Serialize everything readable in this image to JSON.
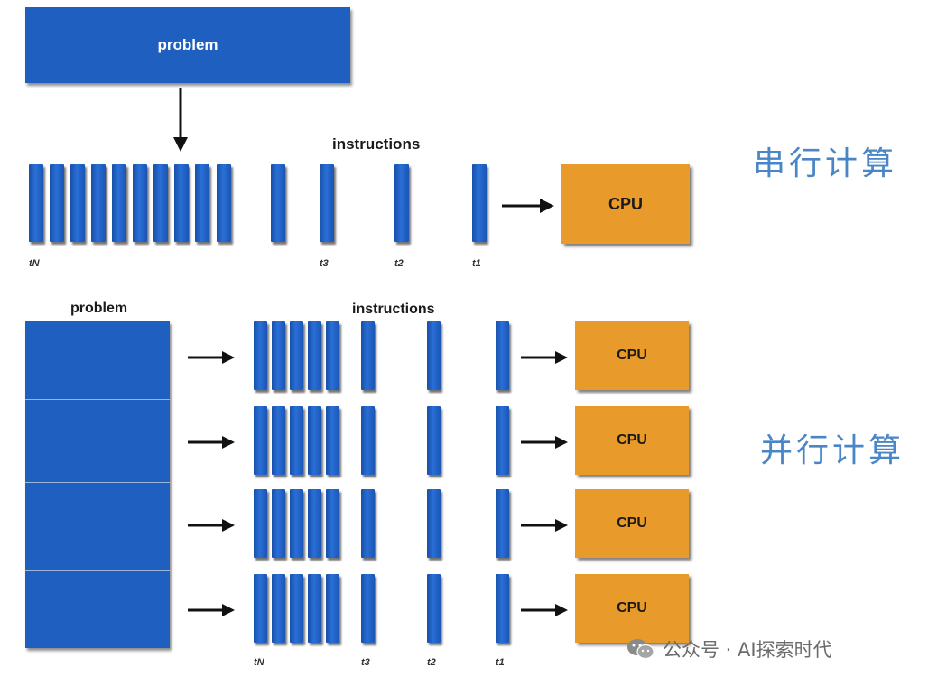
{
  "serial": {
    "problem_label": "problem",
    "instructions_label": "instructions",
    "cpu_label": "CPU",
    "tick_labels": [
      "tN",
      "t3",
      "t2",
      "t1"
    ],
    "title": "串行计算"
  },
  "parallel": {
    "problem_label": "problem",
    "instructions_label": "instructions",
    "cpu_labels": [
      "CPU",
      "CPU",
      "CPU",
      "CPU"
    ],
    "tick_labels": [
      "tN",
      "t3",
      "t2",
      "t1"
    ],
    "title": "并行计算"
  },
  "watermark": {
    "text": "公众号 · AI探索时代",
    "icon": "wechat-icon"
  },
  "colors": {
    "blue": "#1f5fc0",
    "orange": "#e89b2a",
    "title_blue": "#4a86c6"
  }
}
